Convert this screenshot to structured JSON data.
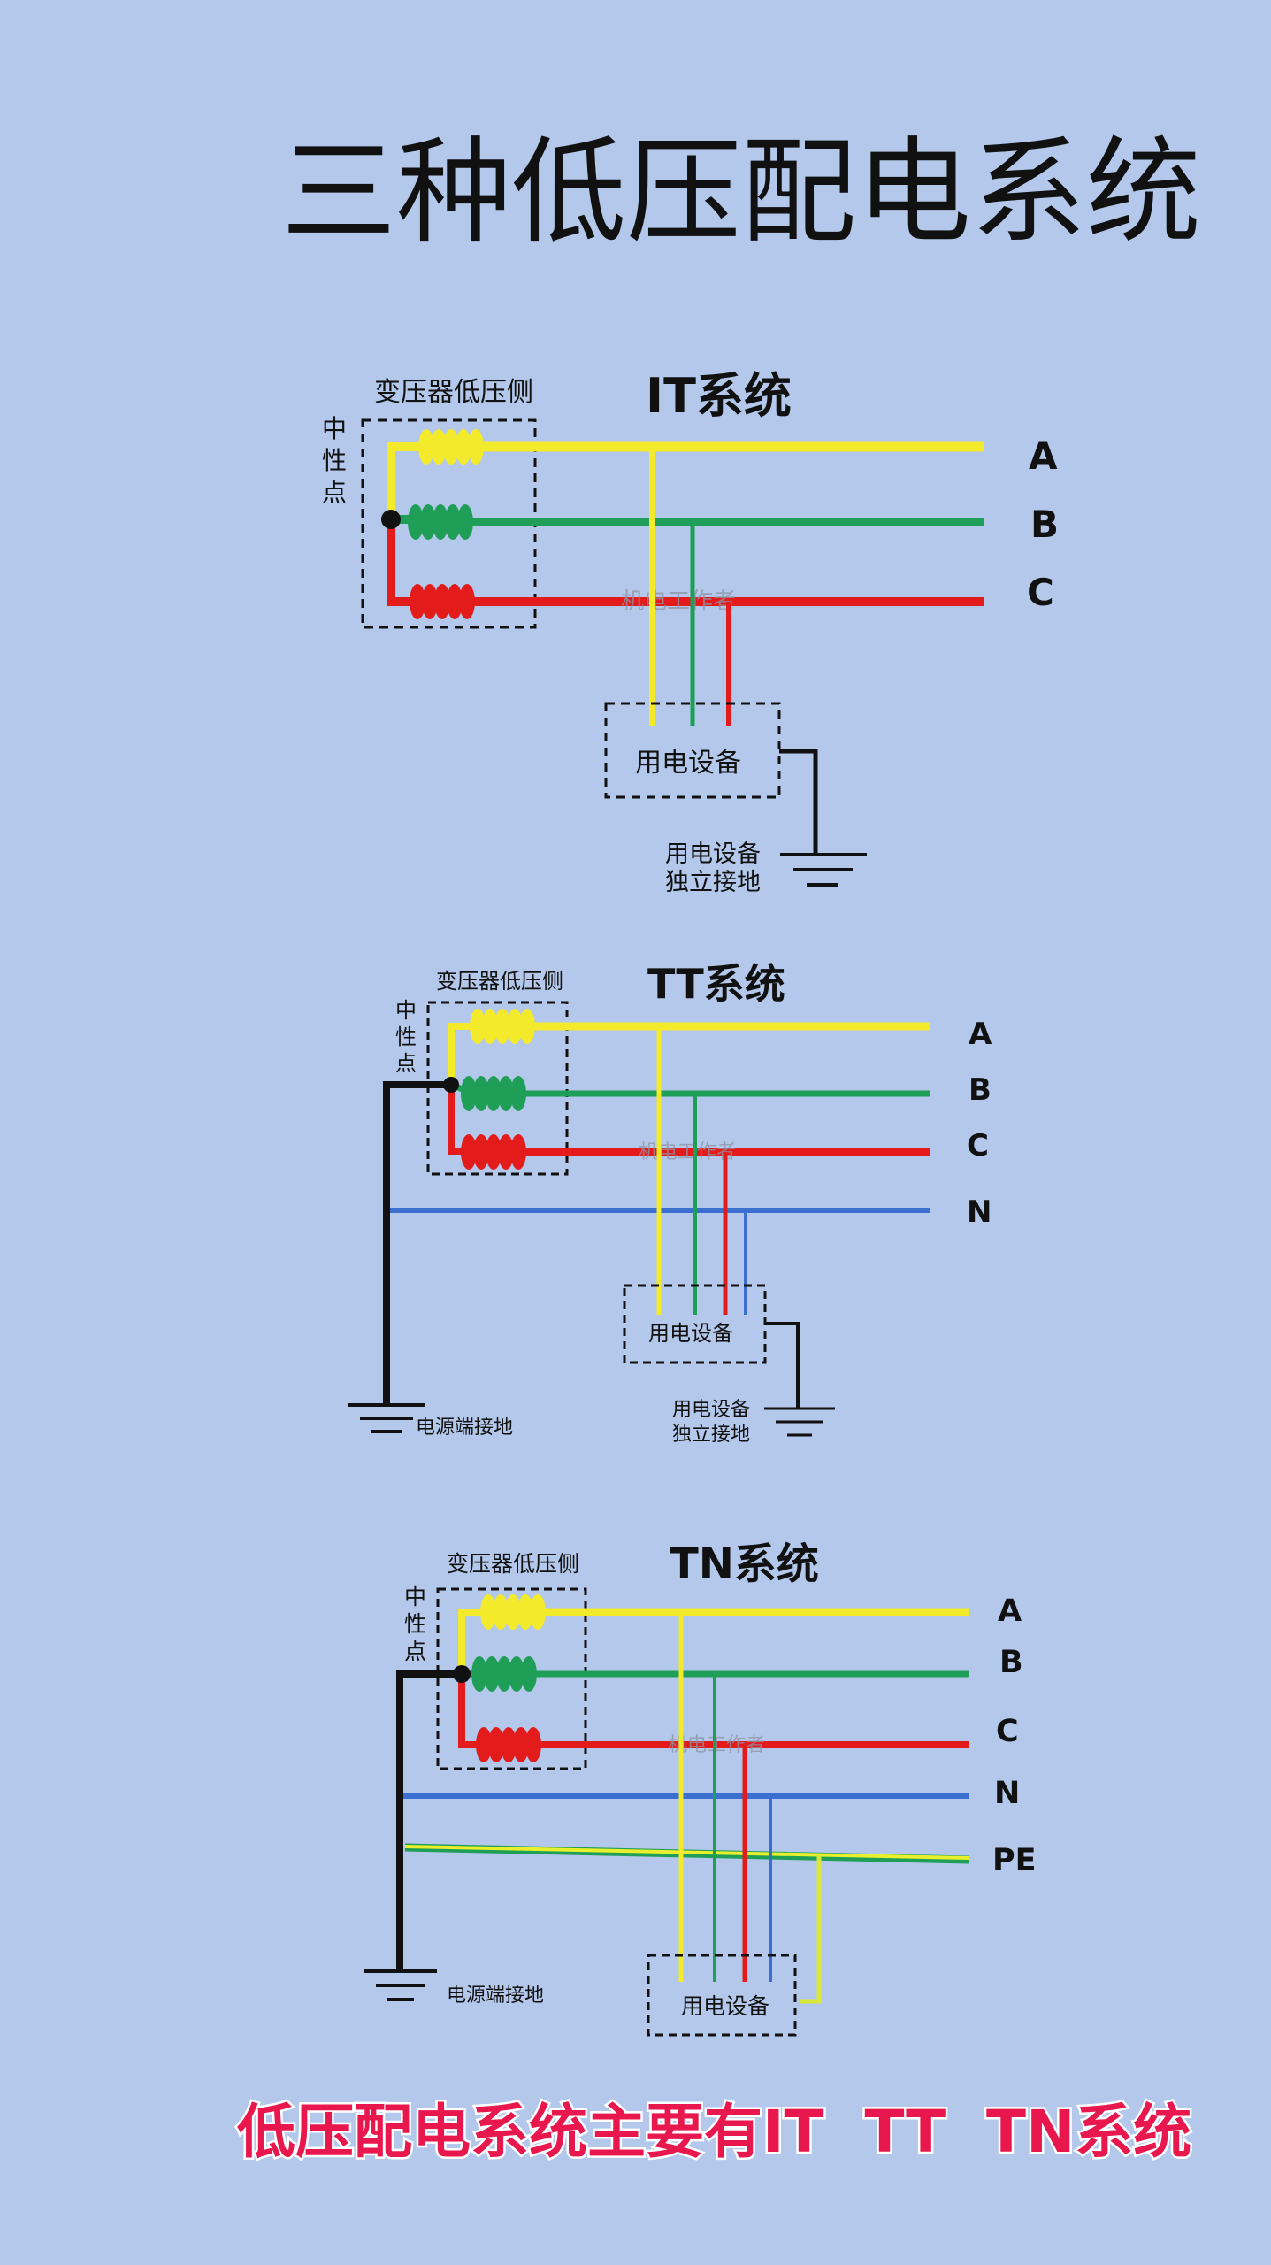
{
  "title": "三种低压配电系统",
  "footer": "低压配电系统主要有IT  TT  TN系统",
  "colors": {
    "background": "#b3c8ea",
    "phase_a": "#f2ea2a",
    "phase_b": "#1e9e57",
    "phase_c": "#e41b1b",
    "neutral": "#3a6fd0",
    "pe_yellow": "#e8ef2c",
    "pe_green": "#1e9e57",
    "ground": "#111111",
    "footer_text": "#e8184f"
  },
  "it_system": {
    "title": "IT系统",
    "transformer_label": "变压器低压侧",
    "neutral_point": [
      "中",
      "性",
      "点"
    ],
    "lines": [
      "A",
      "B",
      "C"
    ],
    "equipment": "用电设备",
    "equipment_ground": [
      "用电设备",
      "独立接地"
    ],
    "watermark": "机电工作者"
  },
  "tt_system": {
    "title": "TT系统",
    "transformer_label": "变压器低压侧",
    "neutral_point": [
      "中",
      "性",
      "点"
    ],
    "lines": [
      "A",
      "B",
      "C",
      "N"
    ],
    "equipment": "用电设备",
    "equipment_ground": [
      "用电设备",
      "独立接地"
    ],
    "source_ground": "电源端接地",
    "watermark": "机电工作者"
  },
  "tn_system": {
    "title": "TN系统",
    "transformer_label": "变压器低压侧",
    "neutral_point": [
      "中",
      "性",
      "点"
    ],
    "lines": [
      "A",
      "B",
      "C",
      "N",
      "PE"
    ],
    "equipment": "用电设备",
    "source_ground": "电源端接地",
    "watermark": "机电工作者"
  }
}
